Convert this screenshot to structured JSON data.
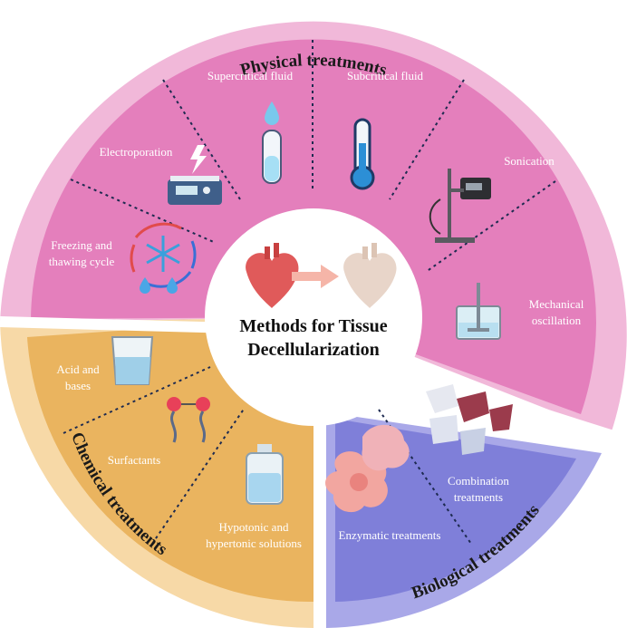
{
  "center": {
    "title_line1": "Methods for Tissue",
    "title_line2": "Decellularization"
  },
  "sections": {
    "physical": {
      "title": "Physical treatments",
      "items": [
        "Supercritical fluid",
        "Subcritical fluid",
        "Electroporation",
        "Sonication",
        "Freezing and",
        "thawing cycle",
        "Mechanical",
        "oscillation"
      ]
    },
    "chemical": {
      "title": "Chemical treatments",
      "items": [
        "Acid and",
        "bases",
        "Surfactants",
        "Hypotonic and",
        "hypertonic solutions"
      ]
    },
    "biological": {
      "title": "Biological treatments",
      "items": [
        "Enzymatic treatments",
        "Combination",
        "treatments"
      ]
    }
  },
  "colors": {
    "physical_outer": "#f1b8d9",
    "physical_inner": "#e47fbc",
    "chemical_outer": "#f7d9a7",
    "chemical_inner": "#eab45f",
    "biological_outer": "#a9a8e8",
    "biological_inner": "#7f7fd9"
  }
}
